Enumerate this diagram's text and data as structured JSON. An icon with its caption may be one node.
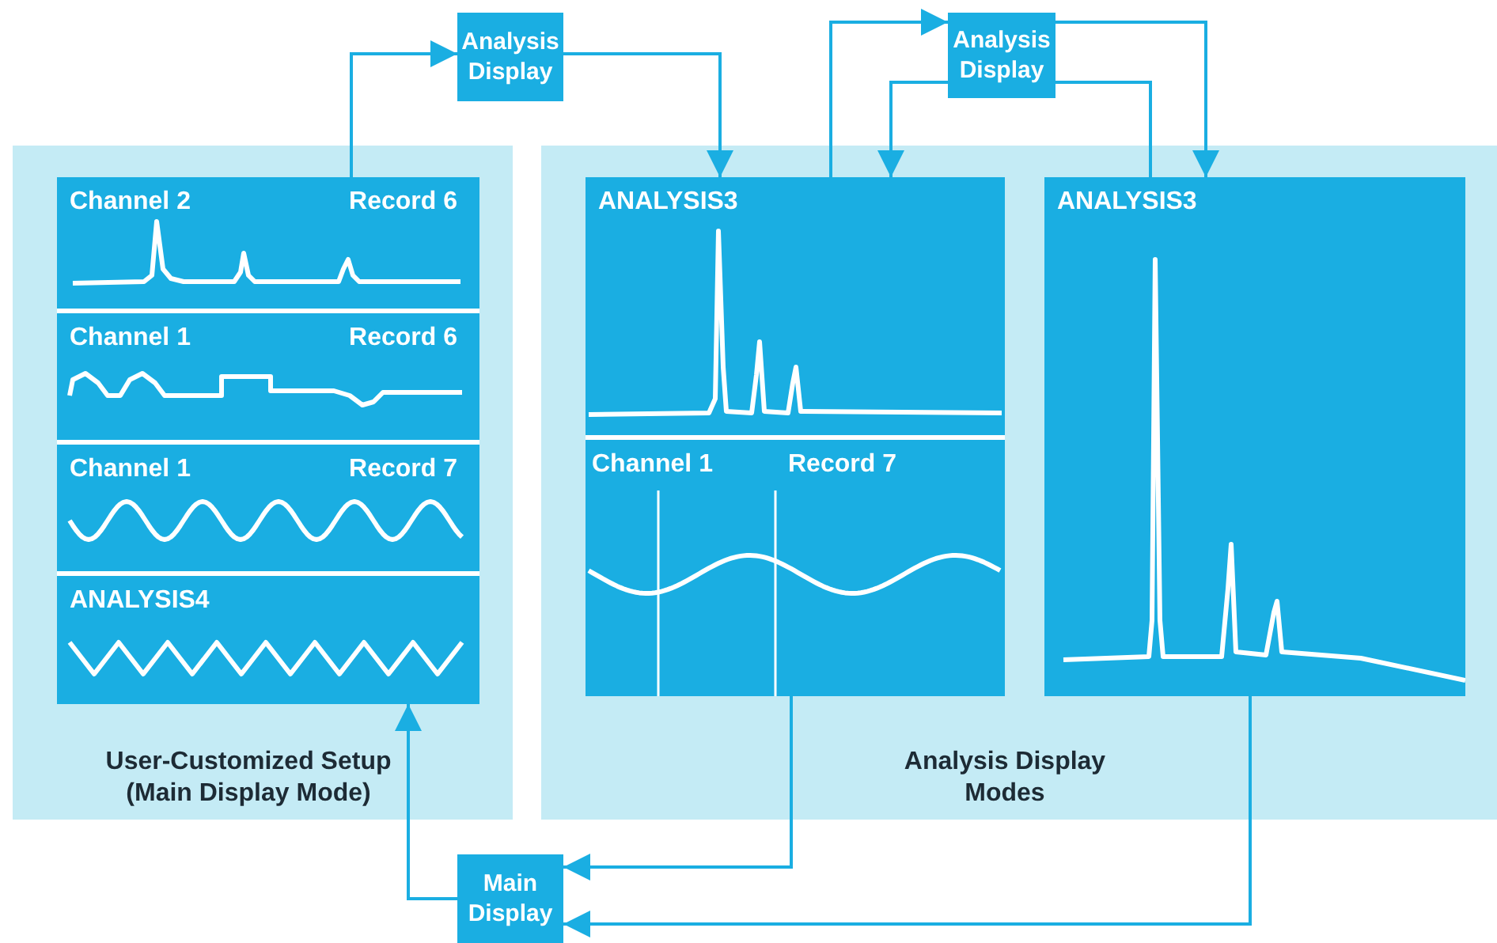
{
  "diagram": {
    "nodes": [
      {
        "text": [
          "Analysis Display"
        ]
      },
      {
        "text": [
          "Analysis Display"
        ]
      },
      {
        "text": [
          "User-Customized Setup (Main Display Mode)"
        ]
      },
      {
        "text": [],
        "shape": "box",
        "in": 2
      },
      {
        "text": [
          "Channel 2",
          "Record 6"
        ],
        "in": 3
      },
      {
        "text": [
          "Channel 1",
          "Record 6"
        ],
        "in": 3
      },
      {
        "text": [
          "Channel 1",
          "Record 7"
        ],
        "in": 3
      },
      {
        "text": [
          "ANALYSIS4"
        ],
        "in": 3
      },
      {
        "text": [
          "Analysis Display Modes"
        ]
      },
      {
        "text": [],
        "shape": "box",
        "in": 8
      },
      {
        "text": [
          "ANALYSIS3"
        ],
        "in": 9
      },
      {
        "text": [
          "Channel 1",
          "Record 7"
        ],
        "in": 9
      },
      {
        "text": [
          "ANALYSIS3"
        ],
        "in": 8
      },
      {
        "text": [
          "Main Display"
        ]
      }
    ],
    "edges": [
      {
        "from": 4,
        "to": 0,
        "arrow": "to"
      },
      {
        "from": 0,
        "to": 10,
        "arrow": "to"
      },
      {
        "from": 10,
        "to": 1,
        "arrow": "to"
      },
      {
        "from": 1,
        "to": 10,
        "arrow": "to"
      },
      {
        "from": 1,
        "to": 12,
        "arrow": "to"
      },
      {
        "from": 12,
        "to": 1,
        "arrow": "none"
      },
      {
        "from": 11,
        "to": 13,
        "arrow": "to"
      },
      {
        "from": 12,
        "to": 13,
        "arrow": "to"
      },
      {
        "from": 13,
        "to": 3,
        "arrow": "to"
      }
    ]
  }
}
